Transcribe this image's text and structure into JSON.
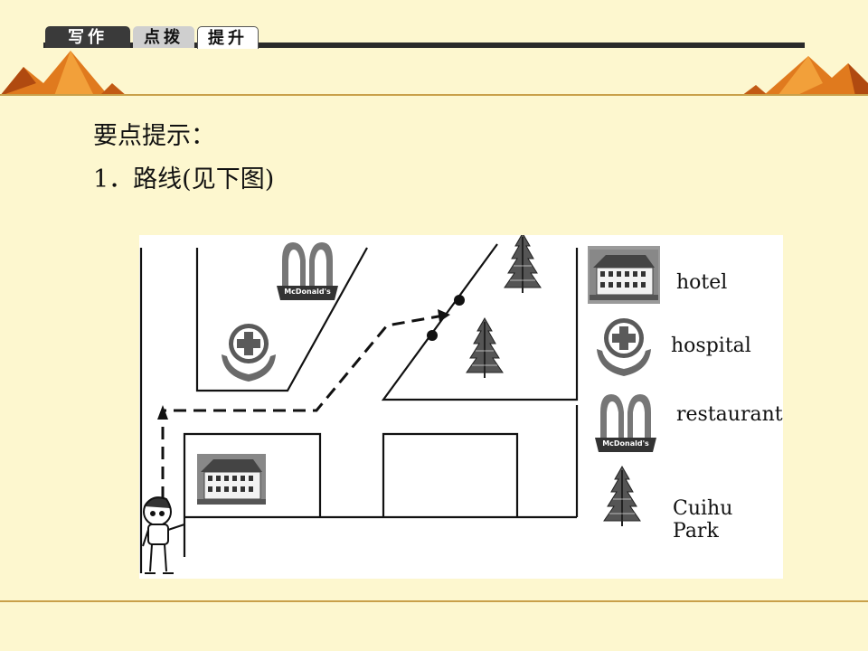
{
  "tabs": [
    {
      "label": "写作"
    },
    {
      "label": "点拨"
    },
    {
      "label": "提升"
    }
  ],
  "content": {
    "heading": "要点提示：",
    "point1": "1．路线(见下图)"
  },
  "map": {
    "mcdonalds_sign": "McDonald's",
    "legend": [
      {
        "icon": "hotel-icon",
        "label": "hotel"
      },
      {
        "icon": "hospital-icon",
        "label": "hospital"
      },
      {
        "icon": "restaurant-icon",
        "label": "restaurant"
      },
      {
        "icon": "park-icon",
        "label": "Cuihu Park"
      }
    ]
  },
  "colors": {
    "background": "#fdf7cf",
    "accent_orange": "#e07a1e",
    "accent_dark_orange": "#b04a10",
    "tab_dark": "#3a3a3a"
  }
}
